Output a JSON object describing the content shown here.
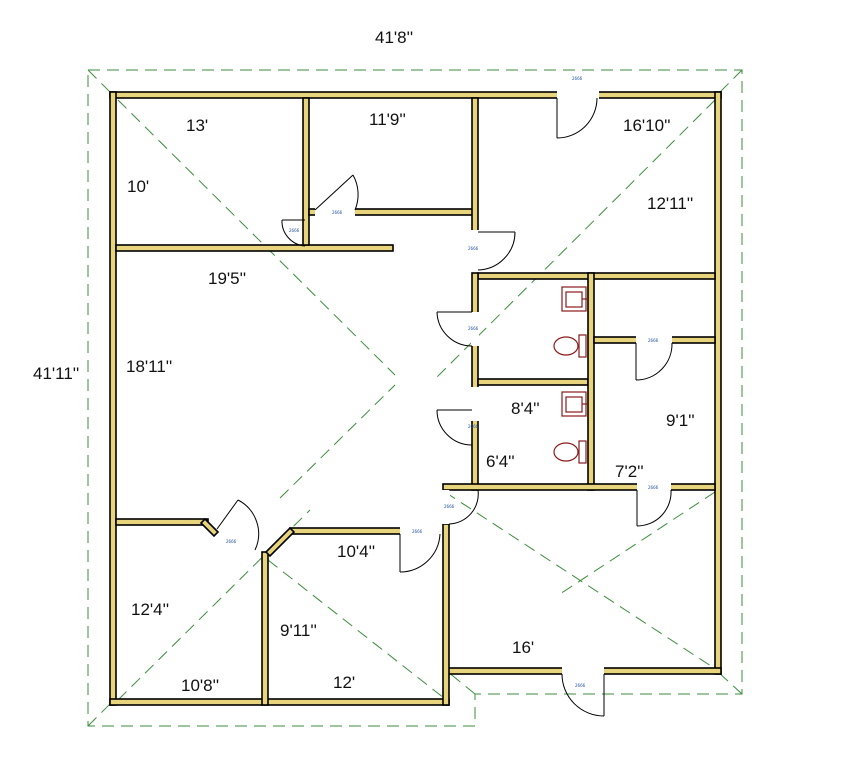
{
  "overall": {
    "width": "41'8''",
    "depth": "41'11''"
  },
  "rooms": {
    "office_top_left": {
      "width": "13'",
      "depth": "10'"
    },
    "office_top_middle": {
      "width": "11'9''"
    },
    "office_top_right": {
      "width": "16'10''",
      "depth": "12'11''"
    },
    "main_room": {
      "width": "19'5''",
      "depth": "18'11''"
    },
    "restroom": {
      "width": "6'4''",
      "depth": "8'4''"
    },
    "office_right_middle": {
      "width": "7'2''",
      "depth": "9'1''"
    },
    "office_bottom_left": {
      "width": "10'8''",
      "depth": "12'4''"
    },
    "office_bottom_middle": {
      "width": "12'",
      "depth": "9'11''",
      "door_side": "10'4''"
    },
    "office_bottom_right": {
      "width": "16'"
    }
  },
  "door_tag_text": "2666",
  "colors": {
    "wall_fill": "#e8d47c",
    "wall_outline": "#000000",
    "guide_lines": "#3c8c3c",
    "fixtures": "#8b1a1a",
    "door_tags": "#1f4fa0"
  }
}
